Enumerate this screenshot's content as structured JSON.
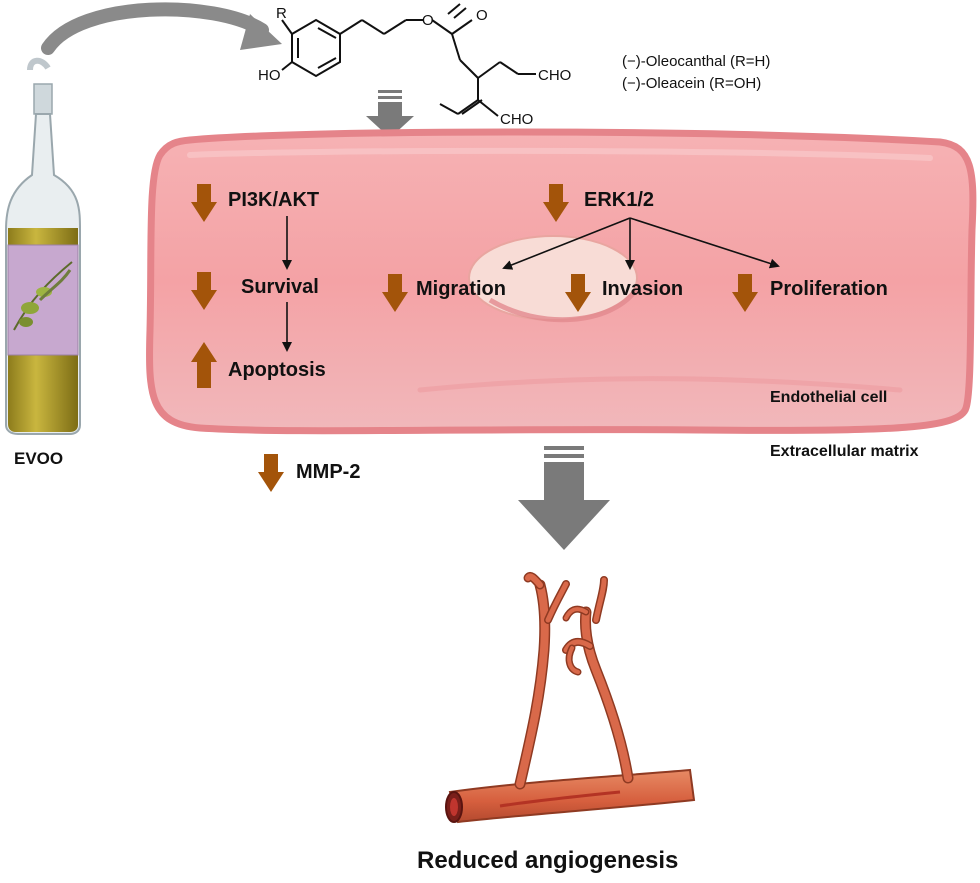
{
  "source_label": "EVOO",
  "molecule": {
    "r_group": "R",
    "hydroxyl": "HO",
    "aldehyde_1": "CHO",
    "aldehyde_2": "CHO",
    "compounds": [
      "(−)-Oleocanthal (R=H)",
      "(−)-Oleacein (R=OH)"
    ]
  },
  "cell": {
    "pathways": {
      "pi3k": "PI3K/AKT",
      "survival": "Survival",
      "apoptosis": "Apoptosis",
      "erk": "ERK1/2",
      "migration": "Migration",
      "invasion": "Invasion",
      "proliferation": "Proliferation"
    },
    "cell_label": "Endothelial cell"
  },
  "matrix": {
    "label": "Extracellular matrix",
    "mmp": "MMP-2"
  },
  "outcome": "Reduced angiogenesis",
  "colors": {
    "down_arrow": "#a3540a",
    "up_arrow": "#a3540a",
    "cell_fill": "#f4a9ab",
    "cell_border": "#e07b80",
    "gray_arrow": "#7a7a7a",
    "vessel": "#d9694a",
    "oil": "#b5a231",
    "label_band": "#c8a9d0"
  }
}
